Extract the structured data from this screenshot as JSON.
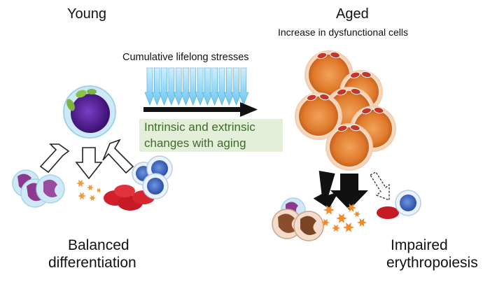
{
  "young": {
    "title": "Young",
    "outcome_line1": "Balanced",
    "outcome_line2": "differentiation"
  },
  "aged": {
    "title": "Aged",
    "subtitle": "Increase in dysfunctional cells",
    "outcome_line1": "Impaired",
    "outcome_line2": "erythropoiesis"
  },
  "stress": {
    "label": "Cumulative lifelong stresses"
  },
  "changes_box": {
    "line1": "Intrinsic and extrinsic",
    "line2": "changes with aging"
  },
  "colors": {
    "stress_arrow": "#7fd0f2",
    "aged_cell": "#e07a2c",
    "stem_cell_nucleus": "#4a1a8c",
    "red_cell": "#d2202a",
    "platelet": "#f39a3a",
    "box_fill": "#e3efd9",
    "box_text": "#3d6b2a"
  }
}
